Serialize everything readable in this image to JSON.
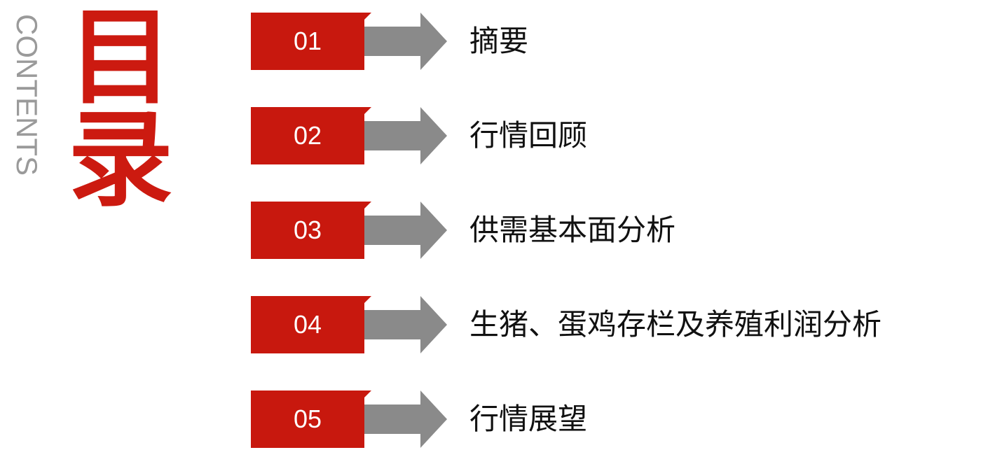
{
  "side_label": "CONTENTS",
  "title": "目录",
  "colors": {
    "accent_red": "#c8180e",
    "arrow_gray": "#8a8a8a",
    "label_gray": "#9a9a9a"
  },
  "items": [
    {
      "num": "01",
      "label": "摘要"
    },
    {
      "num": "02",
      "label": "行情回顾"
    },
    {
      "num": "03",
      "label": "供需基本面分析"
    },
    {
      "num": "04",
      "label": "生猪、蛋鸡存栏及养殖利润分析"
    },
    {
      "num": "05",
      "label": "行情展望"
    }
  ]
}
